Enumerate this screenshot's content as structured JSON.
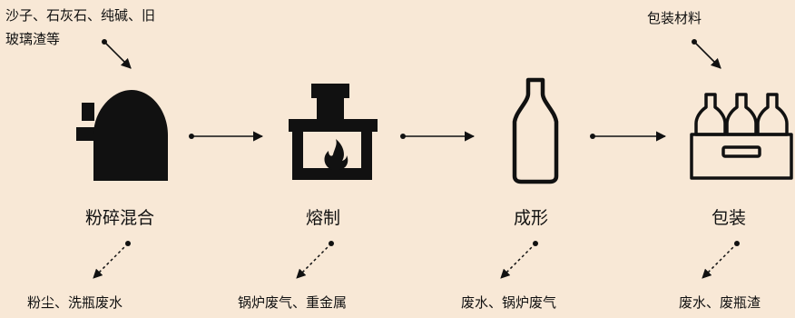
{
  "inputs": {
    "raw_materials_line1": "沙子、石灰石、纯碱、旧",
    "raw_materials_line2": "玻璃渣等",
    "packaging_materials": "包装材料"
  },
  "stages": [
    {
      "label": "粉碎混合",
      "icon": "crusher-icon"
    },
    {
      "label": "熔制",
      "icon": "furnace-icon"
    },
    {
      "label": "成形",
      "icon": "bottle-icon"
    },
    {
      "label": "包装",
      "icon": "bottle-crate-icon"
    }
  ],
  "outputs": [
    "粉尘、洗瓶废水",
    "锅炉废气、重金属",
    "废水、锅炉废气",
    "废水、废瓶渣"
  ],
  "colors": {
    "background": "#f8e8d6",
    "ink": "#111111"
  }
}
